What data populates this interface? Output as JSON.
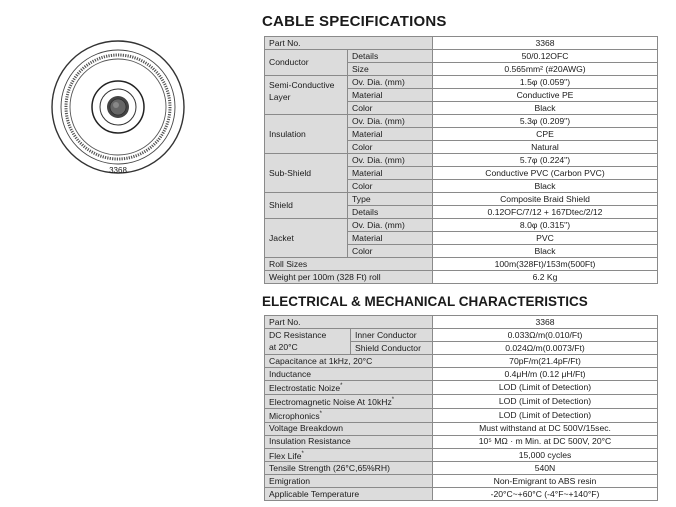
{
  "diagram": {
    "caption": "3368"
  },
  "spec": {
    "title": "CABLE SPECIFICATIONS",
    "part_no_label": "Part No.",
    "part_no": "3368",
    "conductor": {
      "label": "Conductor",
      "details_label": "Details",
      "details": "50/0.12OFC",
      "size_label": "Size",
      "size": "0.565mm² (#20AWG)"
    },
    "semi": {
      "label1": "Semi-Conductive",
      "label2": "Layer",
      "dia_label": "Ov. Dia. (mm)",
      "dia": "1.5φ (0.059\")",
      "material_label": "Material",
      "material": "Conductive PE",
      "color_label": "Color",
      "color": "Black"
    },
    "insulation": {
      "label": "Insulation",
      "dia_label": "Ov. Dia. (mm)",
      "dia": "5.3φ (0.209\")",
      "material_label": "Material",
      "material": "CPE",
      "color_label": "Color",
      "color": "Natural"
    },
    "subshield": {
      "label": "Sub-Shield",
      "dia_label": "Ov. Dia. (mm)",
      "dia": "5.7φ (0.224\")",
      "material_label": "Material",
      "material": "Conductive PVC (Carbon PVC)",
      "color_label": "Color",
      "color": "Black"
    },
    "shield": {
      "label": "Shield",
      "type_label": "Type",
      "type": "Composite Braid Shield",
      "details_label": "Details",
      "details": "0.12OFC/7/12 + 167Dtec/2/12"
    },
    "jacket": {
      "label": "Jacket",
      "dia_label": "Ov. Dia. (mm)",
      "dia": "8.0φ (0.315\")",
      "material_label": "Material",
      "material": "PVC",
      "color_label": "Color",
      "color": "Black"
    },
    "roll_label": "Roll Sizes",
    "roll": "100m(328Ft)/153m(500Ft)",
    "weight_label": "Weight per 100m (328 Ft) roll",
    "weight": "6.2 Kg"
  },
  "elec": {
    "title": "ELECTRICAL & MECHANICAL CHARACTERISTICS",
    "rows": {
      "part_label": "Part No.",
      "part": "3368",
      "dc_label1": "DC Resistance",
      "dc_label2": "at 20°C",
      "inner_label": "Inner Conductor",
      "inner": "0.033Ω/m(0.010/Ft)",
      "shieldc_label": "Shield Conductor",
      "shieldc": "0.024Ω/m(0.0073/Ft)",
      "cap_label": "Capacitance at 1kHz, 20°C",
      "cap": "70pF/m(21.4pF/Ft)",
      "ind_label": "Inductance",
      "ind": "0.4μH/m (0.12 μH/Ft)",
      "esn_label": "Electrostatic Noize",
      "esn": "LOD (Limit of Detection)",
      "emn_label": "Electromagnetic Noise At 10kHz",
      "emn": "LOD (Limit of Detection)",
      "mic_label": "Microphonics",
      "mic": "LOD (Limit of Detection)",
      "vb_label": "Voltage Breakdown",
      "vb": "Must withstand at DC 500V/15sec.",
      "ir_label": "Insulation Resistance",
      "ir": "10⁵ MΩ · m Min. at DC 500V, 20°C",
      "fl_label": "Flex Life",
      "fl": "15,000 cycles",
      "ts_label": "Tensile Strength (26°C,65%RH)",
      "ts": "540N",
      "em_label": "Emigration",
      "em": "Non-Emigrant to ABS resin",
      "at_label": "Applicable Temperature",
      "at": "-20°C~+60°C (-4°F~+140°F)"
    },
    "asterisk": "*"
  }
}
